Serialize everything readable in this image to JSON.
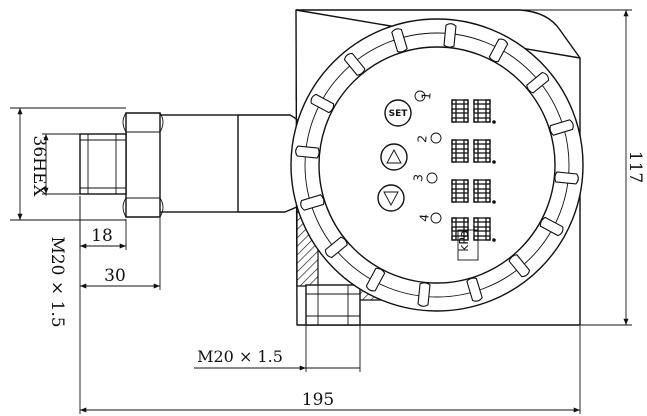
{
  "dimensions": {
    "hex": "36HEX",
    "width_18": "18",
    "thread_left": "M20 × 1.5",
    "width_30": "30",
    "thread_bottom": "M20 × 1.5",
    "total_width": "195",
    "height": "117"
  },
  "panel": {
    "set_label": "SET",
    "unit_label": "kPo",
    "channels": [
      "1",
      "2",
      "3",
      "4"
    ]
  },
  "icons": [
    "set-button-icon",
    "up-arrow-button-icon",
    "down-arrow-button-icon",
    "led-indicator-icon",
    "seven-segment-digit-icon"
  ]
}
